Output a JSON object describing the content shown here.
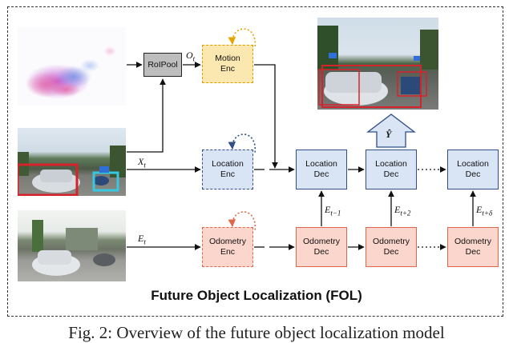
{
  "title": "Future Object Localization (FOL)",
  "caption": "Fig. 2: Overview of the future object localization model",
  "blocks": {
    "roipool": "RoIPool",
    "motion_enc": [
      "Motion",
      "Enc"
    ],
    "location_enc": [
      "Location",
      "Enc"
    ],
    "odometry_enc": [
      "Odometry",
      "Enc"
    ],
    "location_dec": [
      "Location",
      "Dec"
    ],
    "odometry_dec": [
      "Odometry",
      "Dec"
    ]
  },
  "labels": {
    "o": {
      "base": "O",
      "sub": "t"
    },
    "x": {
      "base": "X",
      "sub": "t"
    },
    "e": {
      "base": "E",
      "sub": "t"
    },
    "e1": {
      "base": "E",
      "sub": "t−1"
    },
    "e2": {
      "base": "E",
      "sub": "t+2"
    },
    "e3": {
      "base": "E",
      "sub": "t+δ"
    },
    "y": "Ŷ"
  },
  "colors": {
    "motion": "#f5b800",
    "location": "#2f4f86",
    "odometry": "#e0664b",
    "bbox_red": "#d6232b",
    "bbox_cyan": "#35c8e0",
    "bbox_blue": "#2e6fd8"
  }
}
